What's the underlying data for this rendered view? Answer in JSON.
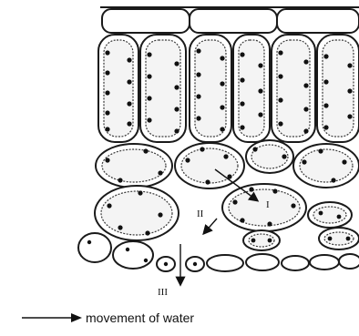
{
  "labels": {
    "I": "I",
    "II": "II",
    "III": "III"
  },
  "legend": {
    "text": "movement of water",
    "icon": "right-arrow-icon"
  },
  "colors": {
    "stroke": "#1a1a1a",
    "chloroplast": "#111111"
  }
}
